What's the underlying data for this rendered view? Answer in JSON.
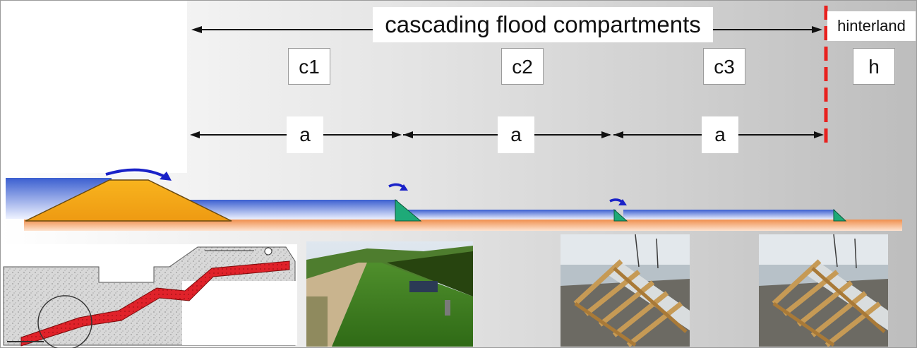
{
  "diagram": {
    "title": "cascading flood compartments",
    "hinterland_label": "hinterland",
    "compartments": [
      {
        "label": "c1"
      },
      {
        "label": "c2"
      },
      {
        "label": "c3"
      },
      {
        "label": "h"
      }
    ],
    "spacing_label": "a"
  },
  "colors": {
    "water": "#3b5fd0",
    "dike": "#f5a21a",
    "weir": "#1eaa78",
    "ground": "#f2a673",
    "boundary": "#e8201e",
    "flow_arrow": "#1a22c8"
  },
  "photos": [
    {
      "name": "dike-cross-section-drawing"
    },
    {
      "name": "dike-crest-path-photo"
    },
    {
      "name": "mobile-flood-barrier-photo"
    },
    {
      "name": "mobile-flood-barrier-photo-2"
    }
  ]
}
